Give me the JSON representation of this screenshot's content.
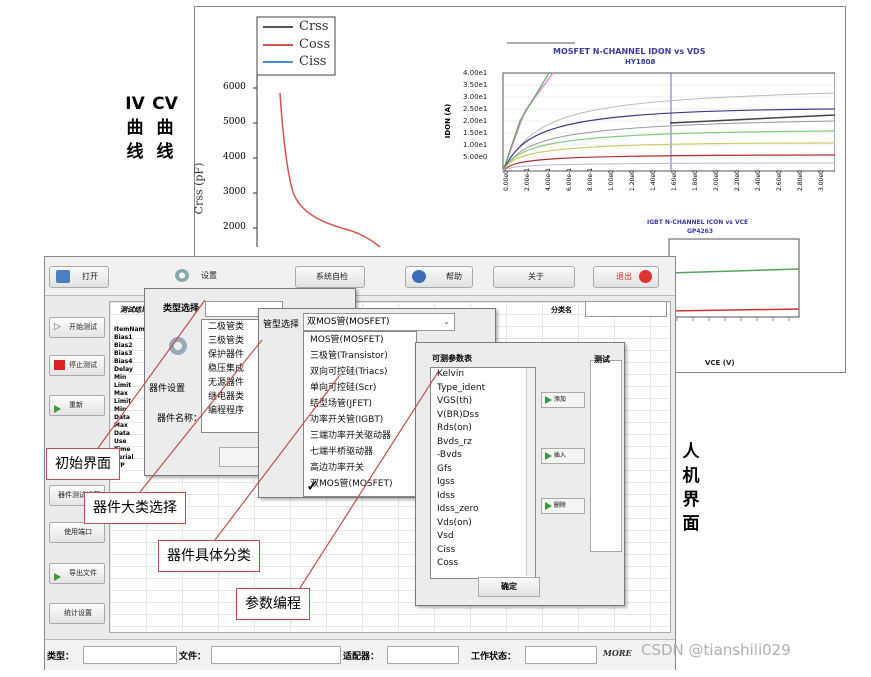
{
  "labels": {
    "iv": [
      "I",
      "V",
      "曲",
      "线"
    ],
    "cv": [
      "C",
      "V",
      "曲",
      "线"
    ],
    "hmi": [
      "人",
      "机",
      "界",
      "面"
    ]
  },
  "cv_chart": {
    "legend": [
      "Crss",
      "Coss",
      "Ciss"
    ],
    "legend_colors": [
      "#555555",
      "#d9534f",
      "#4a90d9"
    ],
    "ylabel": "Crss (pF)",
    "yticks": [
      "6000",
      "5000",
      "4000",
      "3000",
      "2000"
    ]
  },
  "mosfet_chart": {
    "title": "MOSFET N-CHANNEL IDON vs VDS",
    "subtitle": "HY1808",
    "ylabel": "IDON (A)",
    "yticks": [
      "4.00e1",
      "3.50e1",
      "3.00e1",
      "2.50e1",
      "2.00e1",
      "1.50e1",
      "1.00e1",
      "5.00e0"
    ],
    "xticks": [
      "0.00e0",
      "2.00e-1",
      "4.00e-1",
      "6.00e-1",
      "8.00e-1",
      "1.00e0",
      "1.20e0",
      "1.40e0",
      "1.60e0",
      "1.80e0",
      "2.00e0",
      "2.20e0",
      "2.40e0",
      "2.60e0",
      "2.80e0",
      "3.00e0"
    ],
    "series_colors": [
      "#999999",
      "#e09ad0",
      "#5aa55a",
      "#cccc66",
      "#3c3c8c",
      "#b8b8d8",
      "#88cc88",
      "#aa3333"
    ]
  },
  "igbt_chart": {
    "title": "IGBT N-CHANNEL ICON vs VCE",
    "subtitle": "GP4263",
    "xlabel": "VCE (V)"
  },
  "toolbar": [
    {
      "label": "打开",
      "icon": "folder-icon"
    },
    {
      "label": "设置",
      "icon": "gear-icon"
    },
    {
      "label": "系统自检",
      "icon": ""
    },
    {
      "label": "帮助",
      "icon": "help-icon"
    },
    {
      "label": "关于",
      "icon": ""
    },
    {
      "label": "退出",
      "icon": "power-icon"
    }
  ],
  "sidebar": [
    {
      "label": "开始测试",
      "icon": "play-icon"
    },
    {
      "label": "停止测试",
      "icon": "stop-icon"
    },
    {
      "label": "重新",
      "icon": "refresh-icon"
    },
    {
      "label": "器件测试设置",
      "icon": ""
    },
    {
      "label": "使用端口",
      "icon": ""
    },
    {
      "label": "导出文件",
      "icon": "export-icon"
    },
    {
      "label": "统计设置",
      "icon": ""
    }
  ],
  "test_panel": {
    "header": "测试结果",
    "rows": [
      "ItemName",
      "Bias1",
      "Bias2",
      "Bias3",
      "Bias4",
      "Delay",
      "Min Limit",
      "Max Limit",
      "Min Data",
      "Max Data",
      "Use Time",
      "Serial F/P"
    ]
  },
  "top_fields": {
    "device_name": "器件名称：",
    "classname": "分类名"
  },
  "dialog1": {
    "title": "类型选择",
    "items": [
      "二极管类",
      "三极管类",
      "保护器件",
      "稳压集成",
      "无源器件",
      "继电器类",
      "编程程序"
    ],
    "device_settings": "器件设置",
    "device_name_label": "器件名称："
  },
  "dialog2": {
    "title": "管型选择",
    "selected": "双MOS管(MOSFET)",
    "items": [
      "MOS管(MOSFET)",
      "三极管(Transistor)",
      "双向可控硅(Triacs)",
      "单向可控硅(Scr)",
      "结型场管(JFET)",
      "功率开关管(IGBT)",
      "三端功率开关驱动器",
      "七端半桥驱动器",
      "高边功率开关",
      "双MOS管(MOSFET)"
    ],
    "checked": "✓"
  },
  "dialog3": {
    "title": "可测参数表",
    "items": [
      "Kelvin",
      "Type_ident",
      "VGS(th)",
      "V(BR)Dss",
      "Rds(on)",
      "Bvds_rz",
      "-Bvds",
      "Gfs",
      "Igss",
      "Idss",
      "Idss_zero",
      "Vds(on)",
      "Vsd",
      "Ciss",
      "Coss"
    ],
    "ok": "确定",
    "add": "添加",
    "insert": "插入",
    "delete": "删除",
    "right_header": "测试"
  },
  "callouts": [
    "初始界面",
    "器件大类选择",
    "器件具体分类",
    "参数编程"
  ],
  "statusbar": {
    "type": "类型：",
    "file": "文件：",
    "adapter": "适配器：",
    "status": "工作状态：",
    "brand": "MORE"
  },
  "watermark": "CSDN @tianshili029"
}
